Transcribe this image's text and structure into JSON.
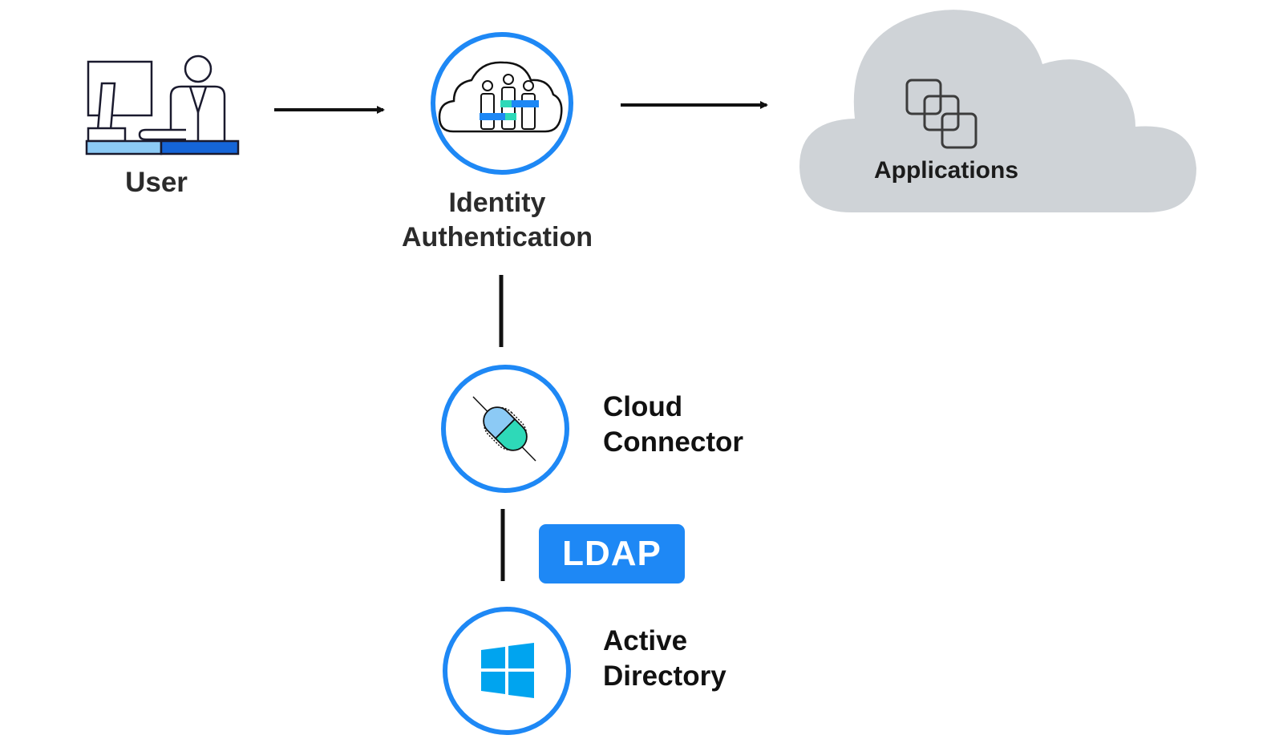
{
  "nodes": {
    "user": {
      "label": "User"
    },
    "identity_authentication": {
      "line1": "Identity",
      "line2": "Authentication"
    },
    "applications": {
      "label": "Applications"
    },
    "cloud_connector": {
      "line1": "Cloud",
      "line2": "Connector"
    },
    "active_directory": {
      "line1": "Active",
      "line2": "Directory"
    }
  },
  "protocol_badge": {
    "label": "LDAP"
  },
  "icons": {
    "user": "user-at-computer-icon",
    "identity_authentication": "cloud-people-icon",
    "applications": "stacked-windows-icon",
    "cloud_connector": "capsule-connector-icon",
    "active_directory": "windows-logo-icon"
  },
  "colors": {
    "accent_blue": "#1e88f5",
    "light_blue": "#8ccaf5",
    "teal": "#2ed9b8",
    "cloud_gray": "#cfd3d7",
    "line": "#111111"
  }
}
